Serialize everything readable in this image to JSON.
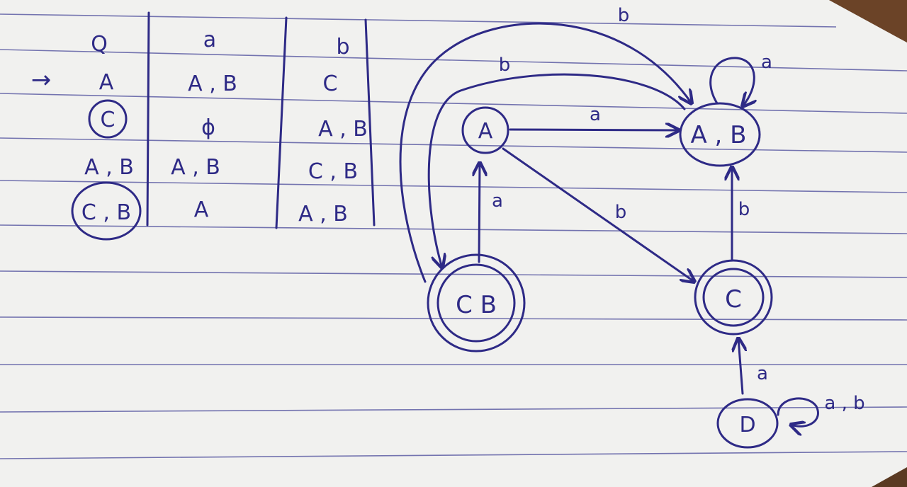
{
  "table": {
    "headers": [
      "Q",
      "a",
      "b"
    ],
    "rows": [
      {
        "state": "A",
        "a": "A , B",
        "b": "C",
        "start": true,
        "final": false
      },
      {
        "state": "C",
        "a": "ϕ",
        "b": "A , B",
        "start": false,
        "final": true
      },
      {
        "state": "A , B",
        "a": "A , B",
        "b": "C , B",
        "start": false,
        "final": false
      },
      {
        "state": "C , B",
        "a": "A",
        "b": "A , B",
        "start": false,
        "final": true
      }
    ],
    "start_arrow": "→"
  },
  "diagram": {
    "states": {
      "A": "A",
      "AB": "A , B",
      "CB": "C B",
      "C": "C",
      "D": "D"
    },
    "edges": {
      "A_AB": "a",
      "AB_self": "a",
      "CB_A": "a",
      "A_C": "b",
      "C_AB": "b",
      "CB_AB_outer": "b",
      "CB_AB_inner": "b",
      "D_C": "a",
      "D_self": "a , b"
    }
  },
  "colors": {
    "ink": "#2e2a86",
    "paper": "#f2f2f0",
    "rule": "#4a4a9a"
  }
}
